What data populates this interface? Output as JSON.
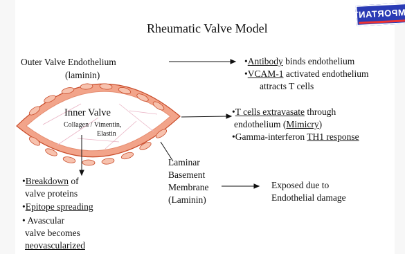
{
  "title": "Rheumatic Valve Model",
  "badge": "IMPORTANT!",
  "outer_label": [
    "Outer Valve Endothelium",
    "(laminin)"
  ],
  "inner_label": {
    "title": "Inner Valve",
    "line1": "Collagen   /  Vimentin,",
    "line2": "Elastin"
  },
  "laminar_label": [
    "Laminar",
    "Basement",
    "Membrane",
    "(Laminin)"
  ],
  "right_top": {
    "line1_bullet": "•",
    "line1_u": "Antibody",
    "line1_rest": " binds endothelium",
    "line2_bullet": "•",
    "line2_u": "VCAM-1",
    "line2_rest": " activated endothelium",
    "line3": "attracts T cells"
  },
  "right_mid": {
    "line1_bullet": "•",
    "line1_u": "T cells extravasate",
    "line1_rest": " through",
    "line2_pre": "endothelium (",
    "line2_u": "Mimicry",
    "line2_post": ")",
    "line3_pre": "•Gamma-interferon ",
    "line3_u": "TH1 response"
  },
  "exposed_label": [
    "Exposed due to",
    "Endothelial damage"
  ],
  "left_bottom": {
    "b1_bullet": "•",
    "b1_u": "Breakdown",
    "b1_rest": " of",
    "b1_line2": "valve proteins",
    "b2_bullet": "•",
    "b2_u": "Epitope  spreading",
    "b3_line1": "• Avascular",
    "b3_line2": "valve becomes",
    "b3_line3": "neovascularized"
  },
  "colors": {
    "valve_fill": "#f2a48a",
    "valve_light": "#fbd7c8",
    "valve_stroke": "#c84a28",
    "cell_fill": "#f7c2ae",
    "badge": "#2a3bb5"
  }
}
